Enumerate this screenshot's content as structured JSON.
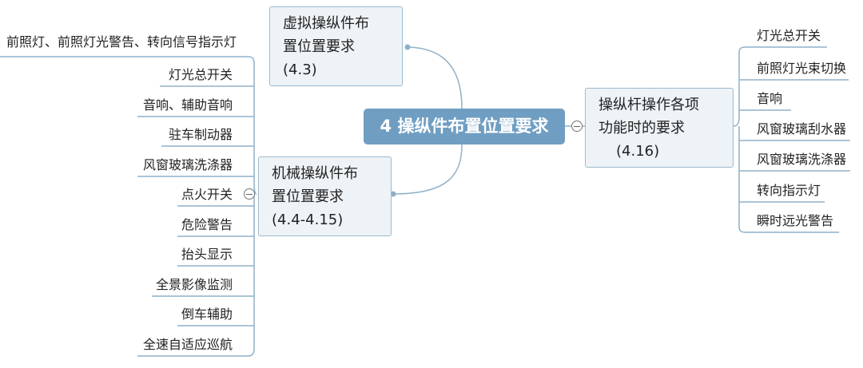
{
  "root": {
    "label": "4 操纵件布置位置要求"
  },
  "branches": {
    "virtual": {
      "lines": [
        "虚拟操纵件布",
        "置位置要求",
        "(4.3)"
      ]
    },
    "mechanical": {
      "lines": [
        "机械操纵件布",
        "置位置要求",
        "(4.4-4.15)"
      ]
    },
    "lever": {
      "lines": [
        "操纵杆操作各项",
        "功能时的要求",
        "(4.16)"
      ]
    }
  },
  "left_leaves": [
    "前照灯、前照灯光警告、转向信号指示灯",
    "灯光总开关",
    "音响、辅助音响",
    "驻车制动器",
    "风窗玻璃洗涤器",
    "点火开关",
    "危险警告",
    "抬头显示",
    "全景影像监测",
    "倒车辅助",
    "全速自适应巡航"
  ],
  "right_leaves": [
    "灯光总开关",
    "前照灯光束切换",
    "音响",
    "风窗玻璃刮水器",
    "风窗玻璃洗涤器",
    "转向指示灯",
    "瞬时远光警告"
  ],
  "colors": {
    "root": "#6f9ec2",
    "branch_bg": "#eef3f7",
    "branch_border": "#9bbbd1",
    "line": "#8fb1c8"
  }
}
